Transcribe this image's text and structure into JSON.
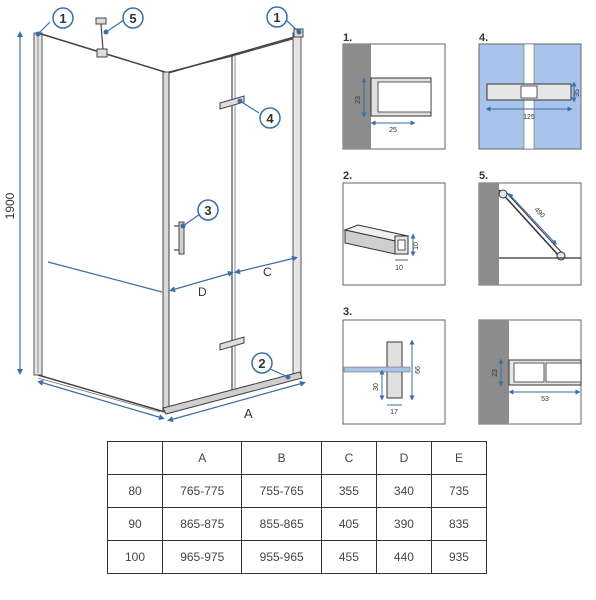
{
  "callouts": [
    "1",
    "5",
    "1",
    "4",
    "3",
    "2"
  ],
  "main_dims": {
    "height": "1900",
    "a": "A",
    "c": "C",
    "d": "D"
  },
  "details": [
    {
      "label": "1.",
      "dims": [
        "23",
        "25"
      ]
    },
    {
      "label": "2.",
      "dims": [
        "10",
        "10"
      ]
    },
    {
      "label": "3.",
      "dims": [
        "66",
        "30",
        "17"
      ]
    },
    {
      "label": "4.",
      "dims": [
        "35",
        "125"
      ]
    },
    {
      "label": "5.",
      "dims": [
        "490"
      ]
    },
    {
      "label": "",
      "dims": [
        "23",
        "53"
      ]
    }
  ],
  "table": {
    "headers": [
      "",
      "A",
      "B",
      "C",
      "D",
      "E"
    ],
    "rows": [
      [
        "80",
        "765-775",
        "755-765",
        "355",
        "340",
        "735"
      ],
      [
        "90",
        "865-875",
        "855-865",
        "405",
        "390",
        "835"
      ],
      [
        "100",
        "965-975",
        "955-965",
        "455",
        "440",
        "935"
      ]
    ]
  },
  "colors": {
    "callout_fill": "#ffffff",
    "callout_stroke": "#3a6ea5",
    "glass_blue": "#a8c4ea",
    "wall_grey": "#8c8c8c"
  }
}
